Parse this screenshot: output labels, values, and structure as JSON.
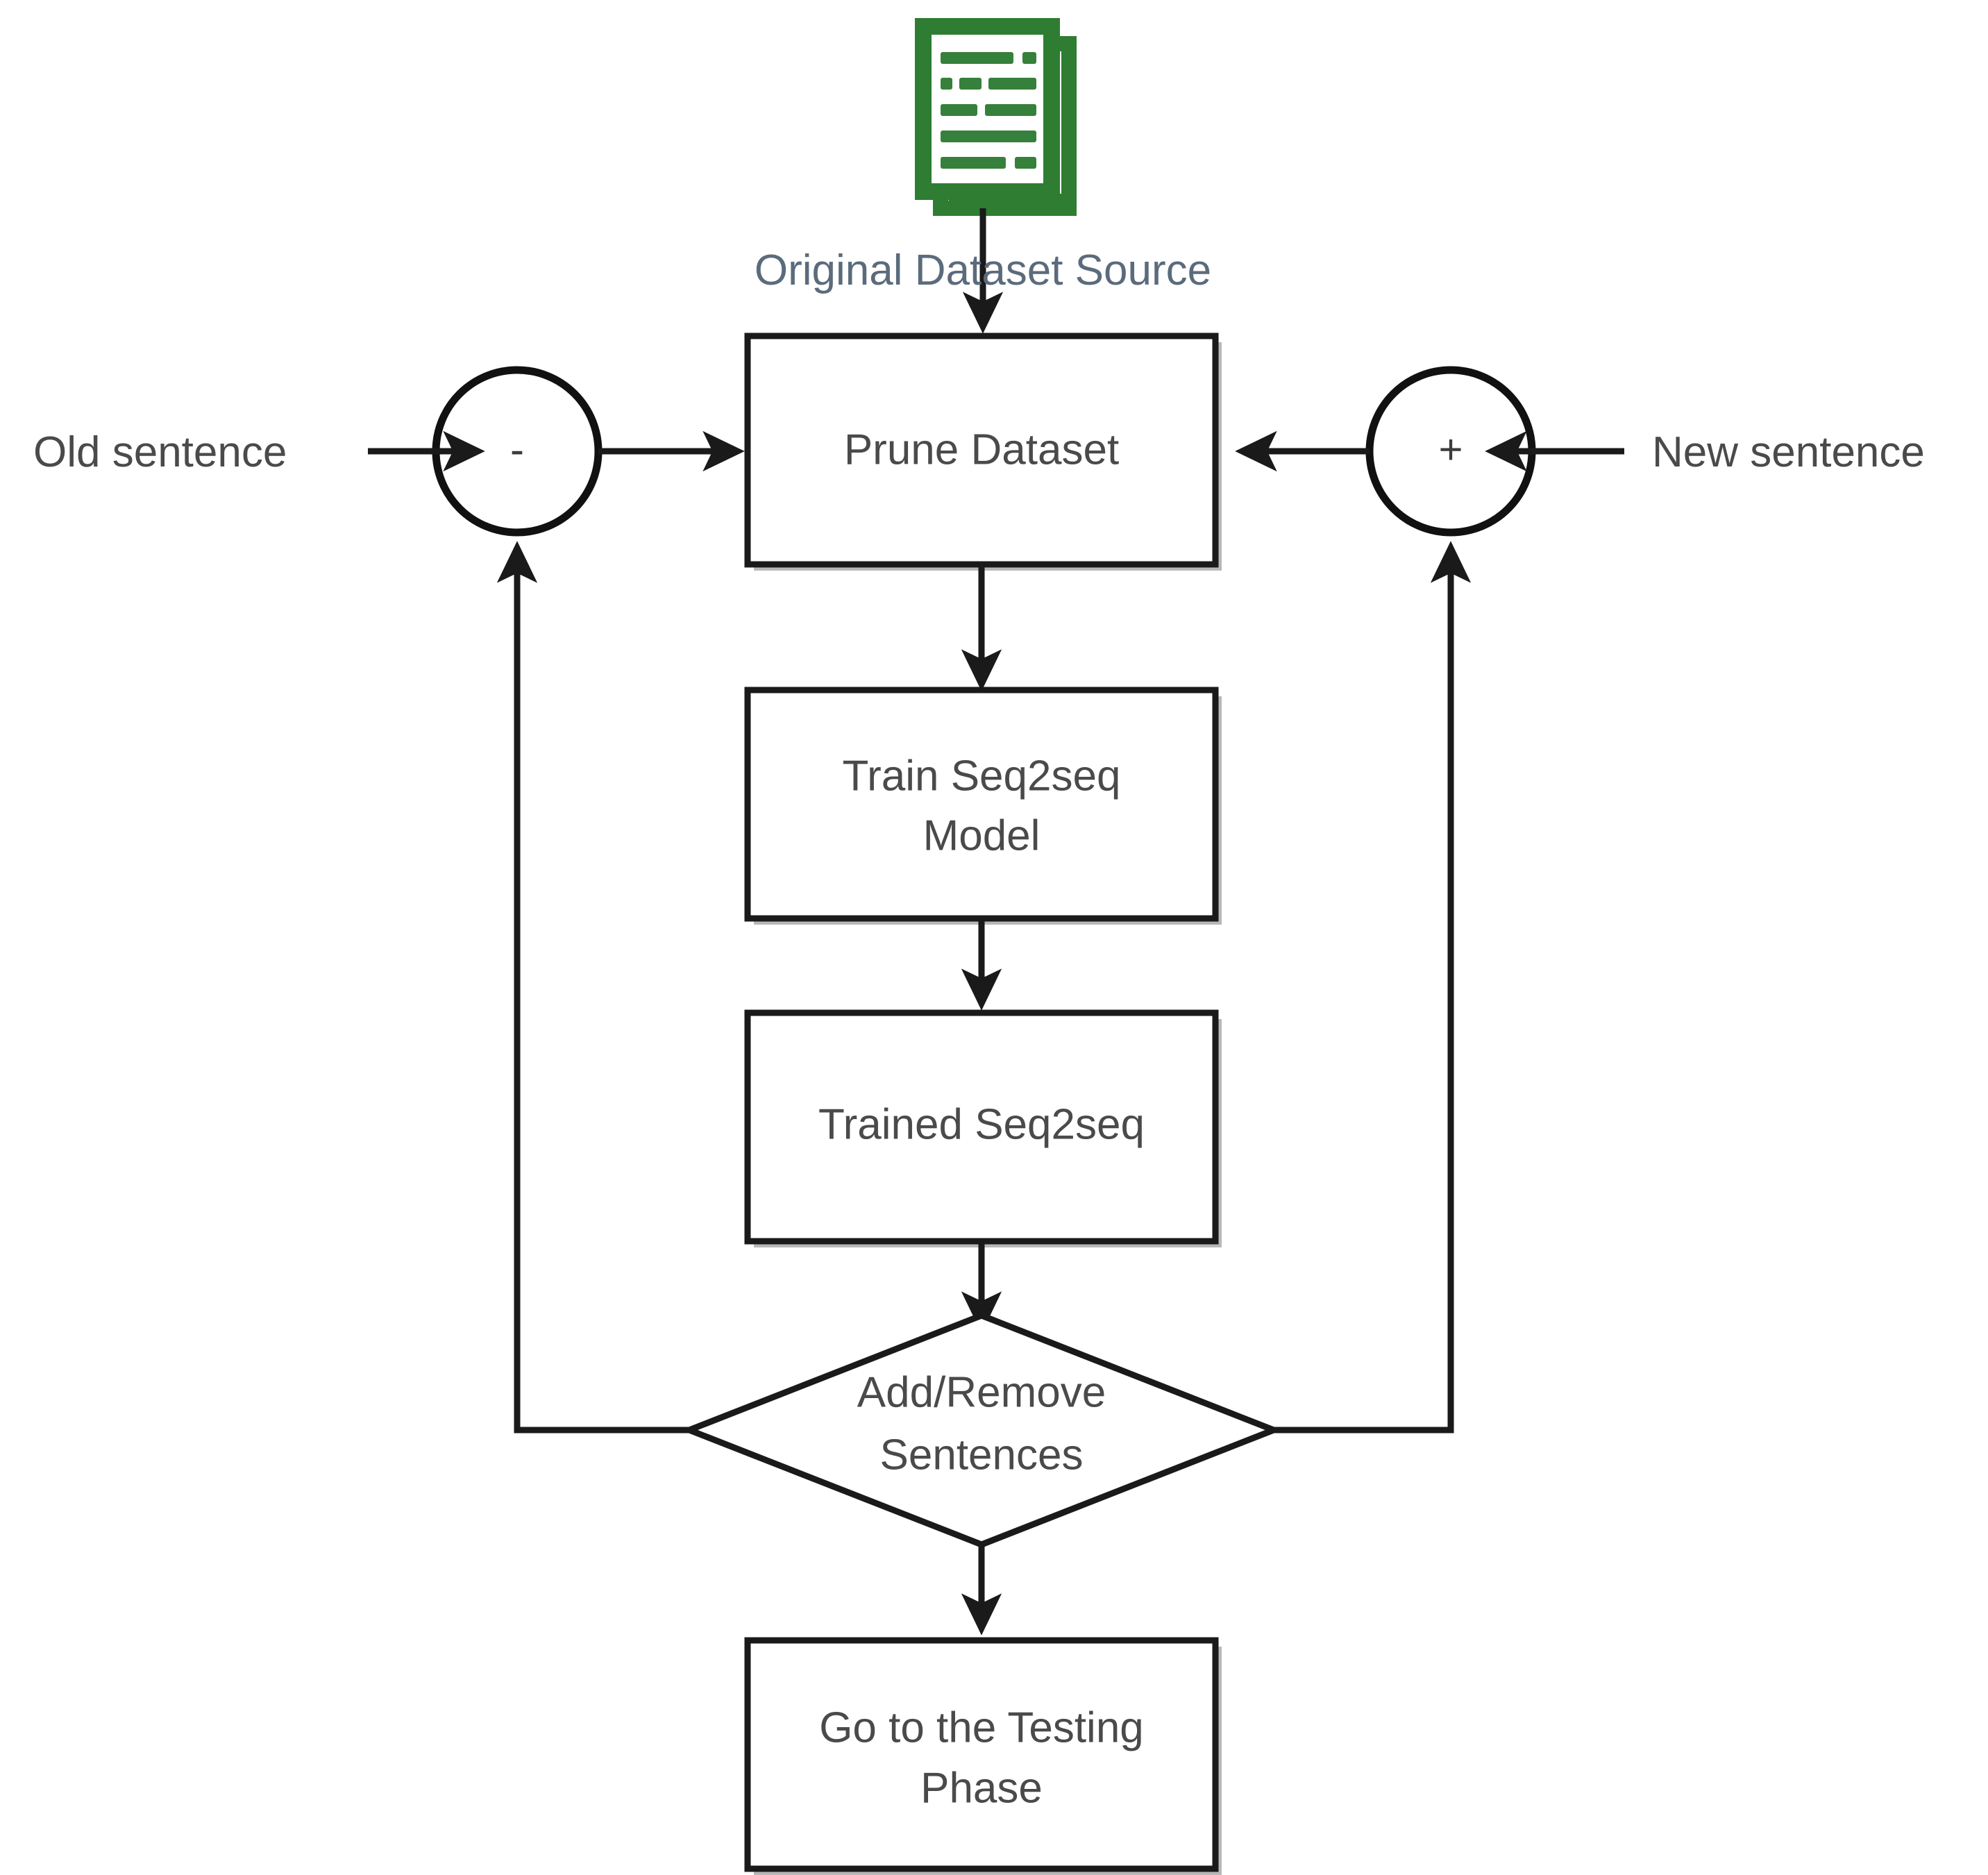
{
  "diagram": {
    "title": "Training Phase Flowchart",
    "background_color": "#ffffff",
    "node_text_color": "#4a4a4a",
    "source_text_color": "#5b6b7c",
    "stroke_color": "#1a1a1a",
    "icon_color": "#2e7d32"
  },
  "source": {
    "icon_name": "documents-stack-icon",
    "label": "Original Dataset Source"
  },
  "operators": [
    {
      "id": "minus",
      "symbol": "-",
      "name": "minus-operator"
    },
    {
      "id": "plus",
      "symbol": "+",
      "name": "plus-operator"
    }
  ],
  "inputs": {
    "left_label": "Old sentence",
    "right_label": "New sentence"
  },
  "nodes": [
    {
      "id": "prune",
      "shape": "rectangle",
      "label": "Prune Dataset",
      "lines": [
        "Prune Dataset"
      ]
    },
    {
      "id": "train",
      "shape": "rectangle",
      "label": "Train Seq2seq Model",
      "lines": [
        "Train Seq2seq",
        "Model"
      ]
    },
    {
      "id": "trained",
      "shape": "rectangle",
      "label": "Trained Seq2seq",
      "lines": [
        "Trained Seq2seq"
      ]
    },
    {
      "id": "decision",
      "shape": "diamond",
      "label": "Add/Remove Sentences",
      "lines": [
        "Add/Remove",
        "Sentences"
      ]
    },
    {
      "id": "testing",
      "shape": "rectangle",
      "label": "Go to the Testing Phase",
      "lines": [
        "Go to the Testing",
        "Phase"
      ]
    }
  ],
  "edges": [
    {
      "from": "source",
      "to": "prune",
      "name": "edge-source-to-prune"
    },
    {
      "from": "minus",
      "to": "prune",
      "name": "edge-minus-to-prune"
    },
    {
      "from": "plus",
      "to": "prune",
      "name": "edge-plus-to-prune"
    },
    {
      "from": "old-sentence",
      "to": "minus",
      "name": "edge-old-sentence-to-minus"
    },
    {
      "from": "new-sentence",
      "to": "plus",
      "name": "edge-new-sentence-to-plus"
    },
    {
      "from": "prune",
      "to": "train",
      "name": "edge-prune-to-train"
    },
    {
      "from": "train",
      "to": "trained",
      "name": "edge-train-to-trained"
    },
    {
      "from": "trained",
      "to": "decision",
      "name": "edge-trained-to-decision"
    },
    {
      "from": "decision",
      "to": "minus",
      "name": "edge-decision-to-minus-loop"
    },
    {
      "from": "decision",
      "to": "plus",
      "name": "edge-decision-to-plus-loop"
    },
    {
      "from": "decision",
      "to": "testing",
      "name": "edge-decision-to-testing"
    }
  ]
}
